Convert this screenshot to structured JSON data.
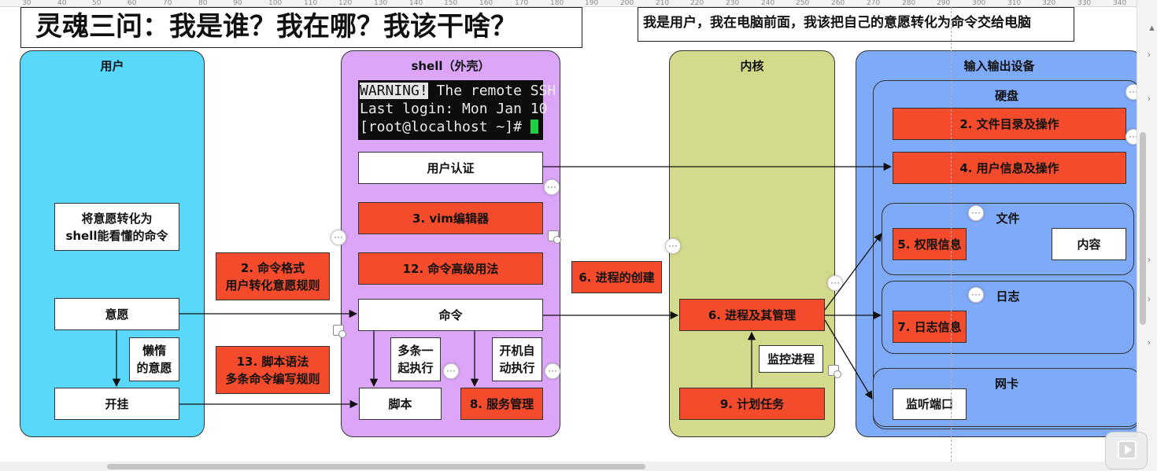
{
  "ruler_ticks": [
    "30",
    "40",
    "50",
    "60",
    "70",
    "80",
    "90",
    "100",
    "110",
    "120",
    "130",
    "140",
    "150",
    "160",
    "170",
    "180",
    "190",
    "200",
    "210",
    "220",
    "230",
    "240",
    "250",
    "260",
    "270",
    "280",
    "290",
    "300",
    "310",
    "320",
    "330",
    "340"
  ],
  "title": "灵魂三问：我是谁？我在哪？我该干啥？",
  "note": "我是用户，我在电脑前面，我该把自己的意愿转化为命令交给电脑",
  "lanes": {
    "user": "用户",
    "shell": "shell（外壳）",
    "kernel": "内核",
    "io": "输入输出设备"
  },
  "io_groups": {
    "disk": "硬盘",
    "file": "文件",
    "log": "日志",
    "nic": "网卡"
  },
  "terminal": {
    "warning": "WARNING!",
    "line1_rest": " The remote SSH",
    "line2": "Last login: Mon Jan 10",
    "line3": "[root@localhost ~]# "
  },
  "nodes": {
    "intent_convert": "将意愿转化为\nshell能看懂的命令",
    "intent": "意愿",
    "lazy_intent": "懒惰\n的意愿",
    "cheat": "开挂",
    "cmd_format": "2. 命令格式\n用户转化意愿规则",
    "script_syntax": "13. 脚本语法\n多条命令编写规则",
    "user_auth": "用户认证",
    "vim": "3. vim编辑器",
    "cmd_advanced": "12. 命令高级用法",
    "command": "命令",
    "multi_exec": "多条一\n起执行",
    "autostart": "开机自\n动执行",
    "script": "脚本",
    "service_mgmt": "8. 服务管理",
    "process_create": "6. 进程的创建",
    "process_mgmt": "6. 进程及其管理",
    "monitor_process": "监控进程",
    "cron": "9. 计划任务",
    "file_dir_ops": "2. 文件目录及操作",
    "user_info_ops": "4. 用户信息及操作",
    "perm_info": "5. 权限信息",
    "content": "内容",
    "log_info": "7. 日志信息",
    "listen_port": "监听端口"
  },
  "colors": {
    "user_lane": "#5ad8fb",
    "shell_lane": "#dca5f7",
    "kernel_lane": "#d3da8c",
    "io_lane": "#7faaf7",
    "red_node": "#f34b2b"
  }
}
